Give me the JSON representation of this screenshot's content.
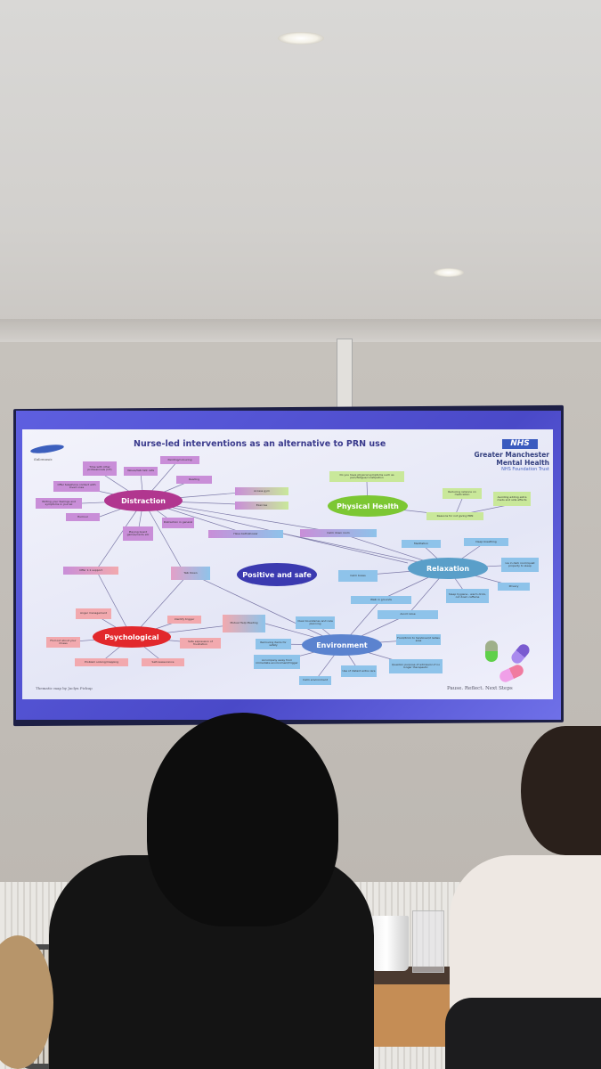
{
  "slide": {
    "title": "Nurse-led interventions as an alternative to PRN use",
    "logo_text": "Salomaxis",
    "nhs": {
      "badge": "NHS",
      "org_line1": "Greater Manchester",
      "org_line2": "Mental Health",
      "trust": "NHS Foundation Trust"
    },
    "hubs": {
      "distraction": "Distraction",
      "physical": "Physical Health",
      "positive": "Positive and safe",
      "relaxation": "Relaxation",
      "psychological": "Psychological",
      "environment": "Environment"
    },
    "distraction_items": [
      "Time with other professionals (OT)",
      "Values/talk talk cafe",
      "Painting/colouring",
      "Reading",
      "Offer telephone contact with loved ones",
      "Writing your feelings and symptoms in journal",
      "Humour",
      "Distraction in general",
      "Playing board games/cards etc",
      "Offer 1:1 support",
      "Talk Down"
    ],
    "physical_items": [
      "Do you have physical symptoms such as pain/fatigue/constipation",
      "Access gym",
      "Exercise",
      "Reducing reliance on medication",
      "Avoiding adding extra meds and side effects",
      "Reasons for not giving PRN"
    ],
    "relaxation_items": [
      "Have bath/shower",
      "Calm down room",
      "Meditation",
      "Deep breathing",
      "Lie in dark room/quiet property to sleep",
      "Calm boxes",
      "Privacy",
      "Sleep hygiene - warm drink, cut down caffeine",
      "Walk in grounds",
      "Avoid noise"
    ],
    "environment_items": [
      "Clear boundaries and care planning",
      "Removing items for safety",
      "Food/drink to handover/2 ladies area",
      "Accompany away from immediate environment/trigger",
      "Use of distant extra care",
      "Question purpose of admission if no longer therapeutic",
      "Calm environment",
      "Mutual Help Meeting"
    ],
    "psychological_items": [
      "Anger management",
      "Identify trigger",
      "Find out about your illness",
      "Safe expression of frustration",
      "Problem solving/mapping",
      "Self-reassurance"
    ],
    "footer_left": "Thematic map by Jaclyn Pickup",
    "footer_right": "Pause. Reflect. Next Steps",
    "colors": {
      "distraction": "#b1368f",
      "physical": "#7cc733",
      "positive": "#3b3ab0",
      "relaxation": "#5a9fc9",
      "psychological": "#e2282c",
      "environment": "#5b83cf"
    }
  }
}
